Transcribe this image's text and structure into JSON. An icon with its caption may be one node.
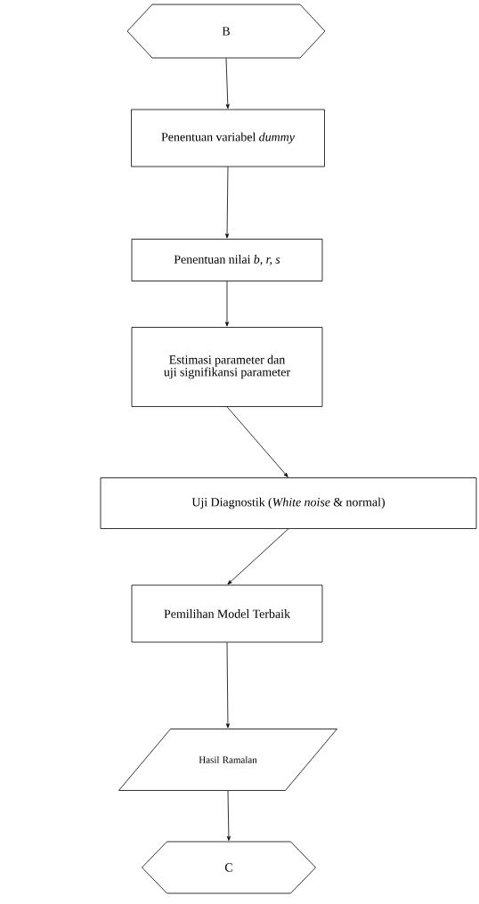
{
  "diagram": {
    "nodes": [
      {
        "text": [
          "B"
        ]
      },
      {
        "text": [
          "Penentuan variabel *dummy*"
        ]
      },
      {
        "text": [
          "Penentuan nilai *b, r, s*"
        ]
      },
      {
        "text": [
          "Estimasi parameter dan uji signifikansi parameter"
        ]
      },
      {
        "text": [
          "Uji Diagnostik (*White noise* & normal)"
        ]
      },
      {
        "text": [
          "Pemilihan Model Terbaik"
        ]
      },
      {
        "text": [
          "Hasil Ramalan"
        ]
      },
      {
        "text": [
          "C"
        ]
      }
    ],
    "edges": [
      {
        "from": 0,
        "to": 1,
        "arrow": "to"
      },
      {
        "from": 1,
        "to": 2,
        "arrow": "to"
      },
      {
        "from": 2,
        "to": 3,
        "arrow": "to"
      },
      {
        "from": 3,
        "to": 4,
        "arrow": "to"
      },
      {
        "from": 4,
        "to": 5,
        "arrow": "to"
      },
      {
        "from": 5,
        "to": 6,
        "arrow": "to"
      },
      {
        "from": 6,
        "to": 7,
        "arrow": "to"
      }
    ]
  }
}
